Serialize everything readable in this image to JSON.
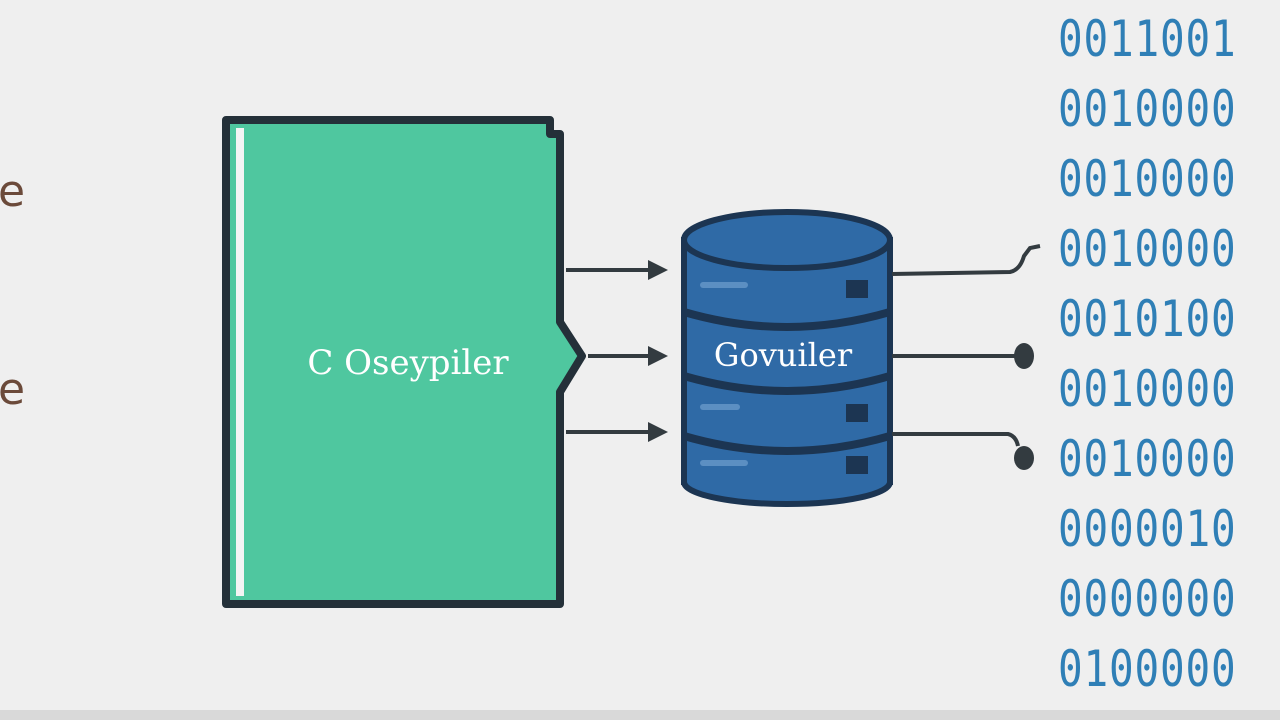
{
  "left_fragments": [
    "e",
    "e"
  ],
  "compiler_box": {
    "label": "C Oseypiler",
    "fill_color": "#4fc79f",
    "border_color": "#243039"
  },
  "database": {
    "label": "Govuiler",
    "fill_color": "#2f6aa6",
    "stripe_color": "#1c3552"
  },
  "binary_lines": [
    "0011001",
    "0010000",
    "0010000",
    "0010000",
    "0010100",
    "0010000",
    "0010000",
    "0000010",
    "0000000",
    "0100000"
  ],
  "colors": {
    "background": "#efefef",
    "arrow": "#333b40",
    "binary_text": "#2f7fb6",
    "fragment_text": "#6b4a3a"
  }
}
